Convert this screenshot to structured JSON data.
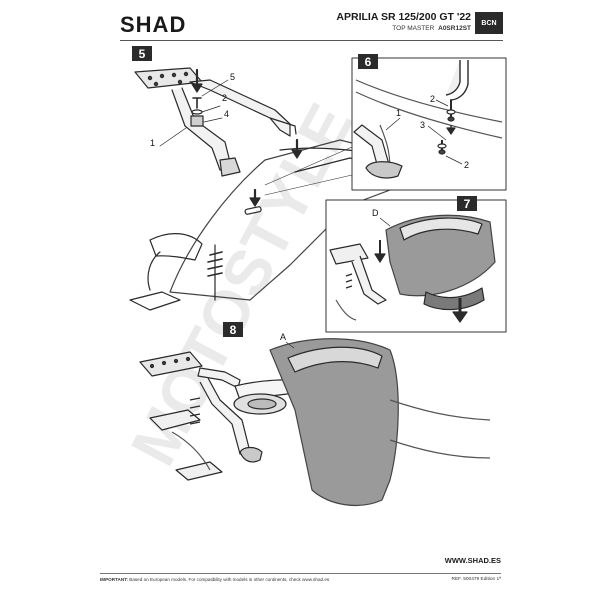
{
  "header": {
    "brand": "SHAD",
    "model": "APRILIA SR 125/200 GT '22",
    "subtitle_prefix": "TOP MASTER",
    "subtitle_code": "A0SR12ST",
    "badge": "BCN"
  },
  "watermark": "MOTOSTYLE",
  "steps": [
    {
      "number": "5",
      "labels": [
        "5",
        "2",
        "4",
        "1"
      ]
    },
    {
      "number": "6",
      "labels": [
        "1",
        "2",
        "3",
        "2"
      ]
    },
    {
      "number": "7",
      "labels": [
        "D"
      ]
    },
    {
      "number": "8",
      "labels": [
        "A"
      ]
    }
  ],
  "footer": {
    "website": "WWW.SHAD.ES",
    "important_label": "IMPORTANT:",
    "important_text": "Based on European models. For compatibility with models in other continents, check www.shad.es",
    "reference": "REF. 500479 Edition 1ª"
  },
  "colors": {
    "badge": "#2a2a2a",
    "step_box": "#2b2b2b",
    "shading": "#9a9a9a",
    "line": "#2a2a2a"
  }
}
